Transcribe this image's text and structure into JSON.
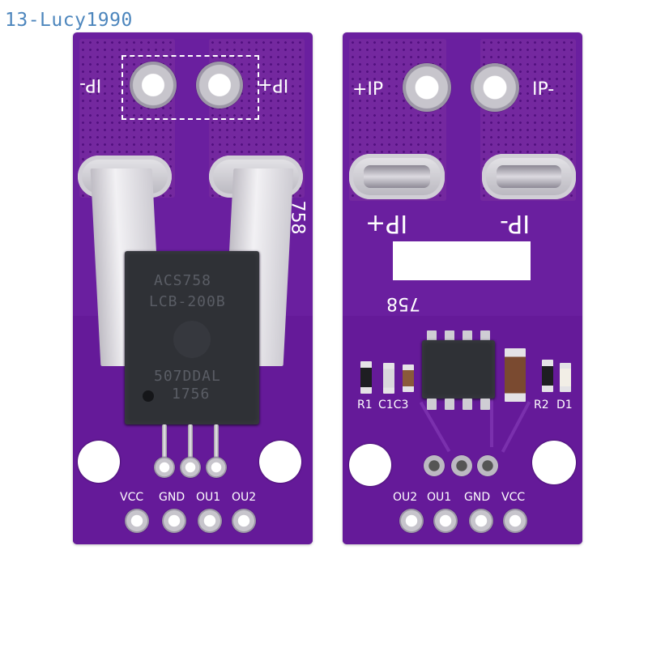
{
  "watermark": "13-Lucy1990",
  "left_board": {
    "current_in_neg": "IP-",
    "current_in_pos": "IP+",
    "part_number": "758",
    "chip_line1": "ACS758",
    "chip_line2": "LCB-200B",
    "chip_line3": "507DDAL",
    "chip_line4": "1756",
    "pin_labels": [
      "VCC",
      "GND",
      "OU1",
      "OU2"
    ]
  },
  "right_board": {
    "current_in_pos": "+IP",
    "current_in_neg": "IP-",
    "current_in_pos_bottom": "IP+",
    "current_in_neg_bottom": "IP-",
    "part_number": "758",
    "r1_label": "R1",
    "c_label": "C1C3",
    "r2_label": "R2",
    "d1_label": "D1",
    "pin_labels": [
      "OU2",
      "OU1",
      "GND",
      "VCC"
    ]
  },
  "colors": {
    "pcb": "#6a1f9f",
    "silkscreen": "#ffffff",
    "chip": "#2f3136",
    "watermark": "#4d86bd"
  }
}
